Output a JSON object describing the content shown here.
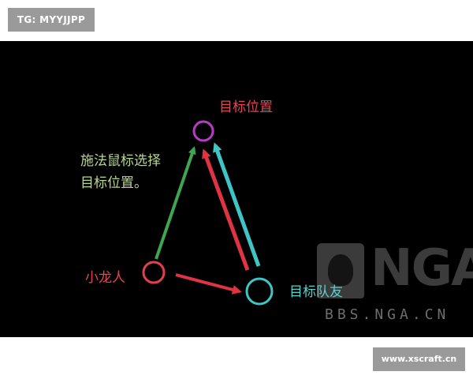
{
  "header_tag": "TG: MYYJJPP",
  "footer_tag": "www.xscraft.cn",
  "diagram": {
    "labels": {
      "target_position": "目标位置",
      "cast_line1": "施法鼠标选择",
      "cast_line2": "目标位置。",
      "self_unit": "小龙人",
      "ally_unit": "目标队友"
    },
    "colors": {
      "target_circle": "#b73bc4",
      "self_circle": "#e2404c",
      "ally_circle": "#3ec6c6",
      "arrow_green": "#3fa550",
      "arrow_red": "#e03444",
      "arrow_cyan": "#3ec6c6",
      "label_target": "#e8454f",
      "label_cast": "#b9d690",
      "label_self": "#e8454f",
      "label_ally": "#5ad0cc"
    }
  },
  "watermark": {
    "logo_text": "NGA",
    "site_text": "BBS.NGA.CN"
  }
}
